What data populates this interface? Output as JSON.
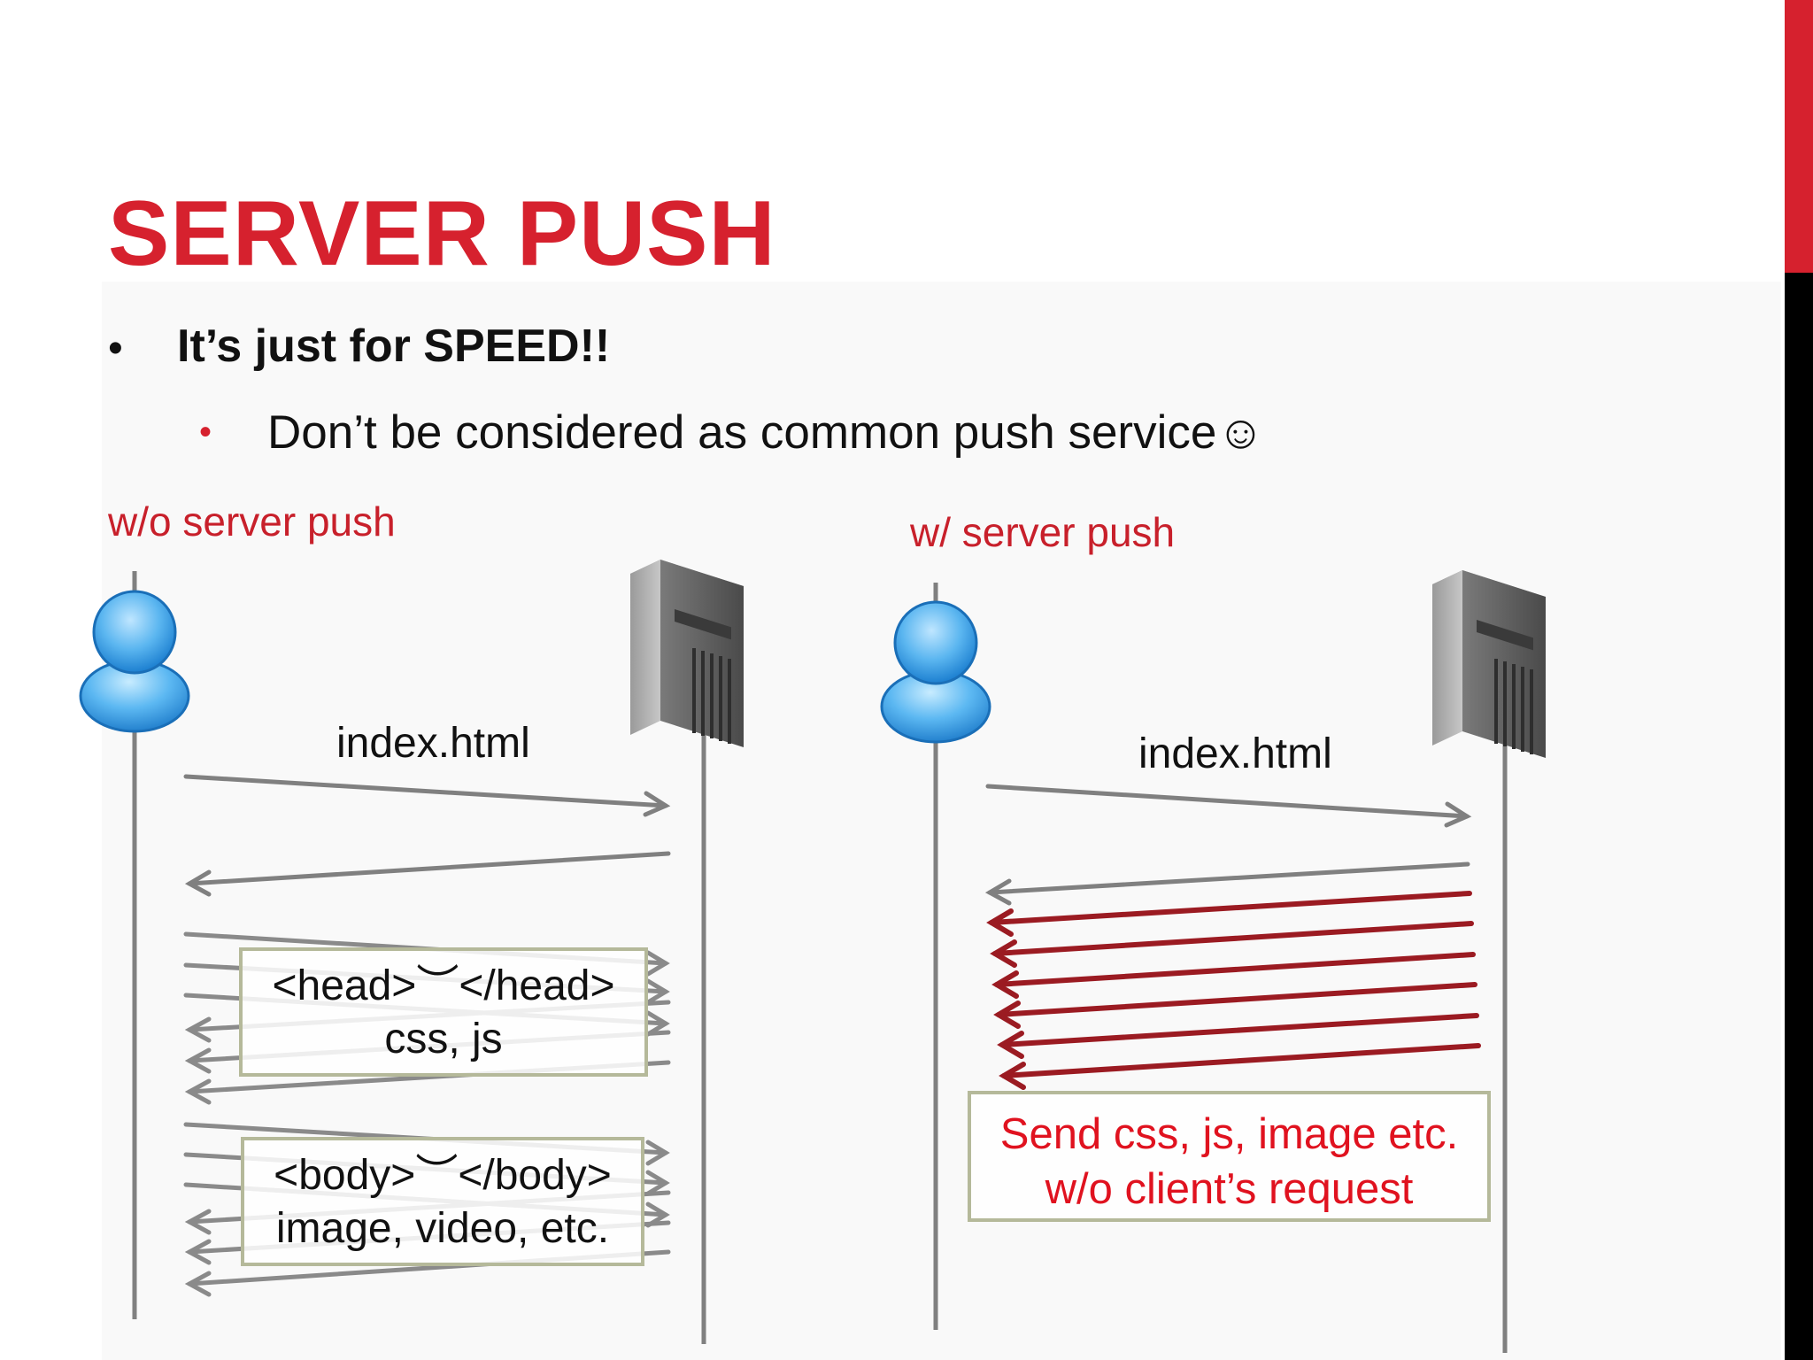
{
  "title": "SERVER PUSH",
  "bullets": [
    {
      "marker": "•",
      "text": "It’s just for SPEED!!"
    },
    {
      "marker": "•",
      "text": "Don’t be considered as common push service☺"
    }
  ],
  "left_panel": {
    "label": "w/o server push",
    "request_label": "index.html",
    "head_box": {
      "line1": "<head>︶</head>",
      "line2": "css, js"
    },
    "body_box": {
      "line1": "<body>︶</body>",
      "line2": "image, video, etc."
    }
  },
  "right_panel": {
    "label": "w/ server push",
    "request_label": "index.html",
    "push_box": {
      "line1": "Send css, js, image etc.",
      "line2": "w/o client’s request"
    }
  },
  "colors": {
    "accent": "#d6212e",
    "push_arrow": "#9b1b22",
    "arrow": "#808080",
    "box_border": "#b5b99a"
  },
  "icons": [
    "user-icon",
    "server-icon"
  ]
}
